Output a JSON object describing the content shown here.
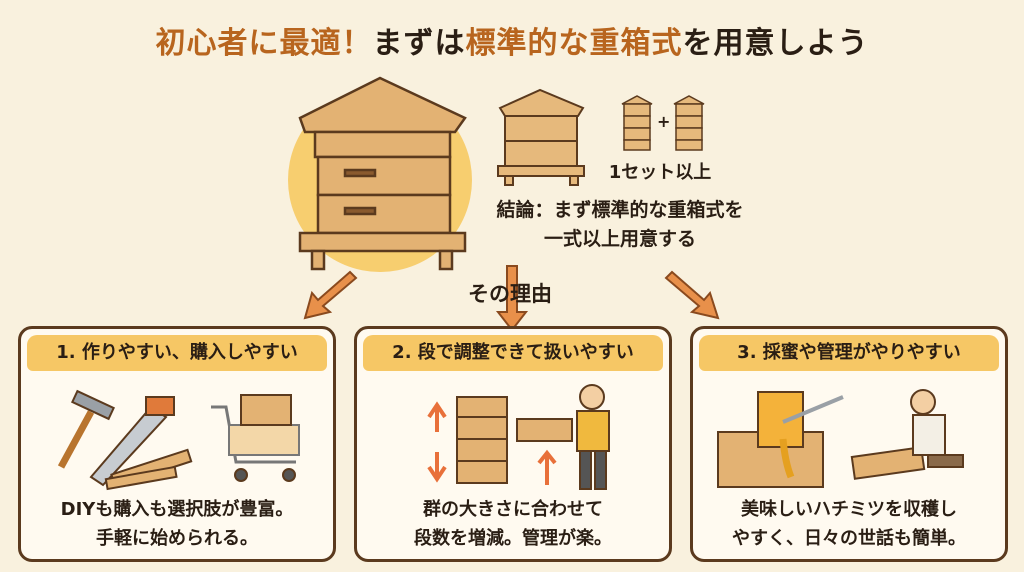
{
  "title": {
    "part1": "初心者に最適！",
    "part2": "まずは",
    "part3": "標準的な重箱式",
    "part4": "を用意しよう"
  },
  "hero": {
    "set_label": "1セット以上",
    "plus": "+",
    "conclusion_line1": "結論：まず標準的な重箱式を",
    "conclusion_line2": "一式以上用意する"
  },
  "reason_label": "その理由",
  "panels": [
    {
      "heading": "1. 作りやすい、購入しやすい",
      "caption_line1": "DIYも購入も選択肢が豊富。",
      "caption_line2": "手軽に始められる。"
    },
    {
      "heading": "2. 段で調整できて扱いやすい",
      "caption_line1": "群の大きさに合わせて",
      "caption_line2": "段数を増減。管理が楽。"
    },
    {
      "heading": "3. 採蜜や管理がやりやすい",
      "caption_line1": "美味しいハチミツを収穫し",
      "caption_line2": "やすく、日々の世話も簡単。"
    }
  ],
  "colors": {
    "background": "#f9f1de",
    "accent": "#b8651e",
    "header_bar": "#f6c765",
    "border": "#5b3a1e",
    "arrow": "#e8904a"
  }
}
